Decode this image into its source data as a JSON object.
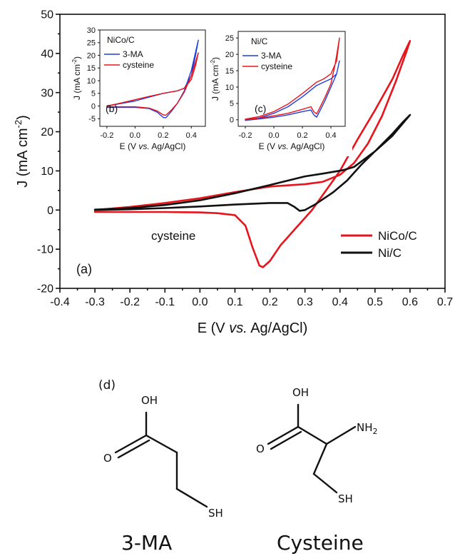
{
  "chart_data": [
    {
      "panel": "(a)",
      "type": "line",
      "xlabel": "E (V vs. Ag/AgCl)",
      "xlabel_parts": [
        "E (V ",
        "vs.",
        " Ag/AgCl)"
      ],
      "ylabel": "J (mA cm-2)",
      "ylabel_parts": [
        "J (mA cm",
        "-2",
        ")"
      ],
      "xlim": [
        -0.4,
        0.7
      ],
      "ylim": [
        -20,
        50
      ],
      "xticks": [
        -0.4,
        -0.3,
        -0.2,
        -0.1,
        0.0,
        0.1,
        0.2,
        0.3,
        0.4,
        0.5,
        0.6,
        0.7
      ],
      "yticks": [
        -20,
        -10,
        0,
        10,
        20,
        30,
        40,
        50
      ],
      "xtick_labels": [
        "-0.4",
        "-0.3",
        "-0.2",
        "-0.1",
        "0.0",
        "0.1",
        "0.2",
        "0.3",
        "0.4",
        "0.5",
        "0.6",
        "0.7"
      ],
      "ytick_labels": [
        "-20",
        "-10",
        "0",
        "10",
        "20",
        "30",
        "40",
        "50"
      ],
      "annotation": "cysteine",
      "panel_label": "(a)",
      "legend_position": "bottom-right",
      "series": [
        {
          "name": "NiCo/C",
          "color": "#e8141c",
          "points": [
            [
              -0.3,
              -0.5
            ],
            [
              -0.2,
              -0.5
            ],
            [
              -0.1,
              -0.5
            ],
            [
              0.0,
              -0.6
            ],
            [
              0.05,
              -0.8
            ],
            [
              0.1,
              -1.3
            ],
            [
              0.13,
              -4.0
            ],
            [
              0.15,
              -9.5
            ],
            [
              0.17,
              -14.2
            ],
            [
              0.18,
              -14.6
            ],
            [
              0.2,
              -13.0
            ],
            [
              0.23,
              -9.0
            ],
            [
              0.27,
              -5.0
            ],
            [
              0.32,
              0.0
            ],
            [
              0.36,
              5.0
            ],
            [
              0.4,
              10.0
            ],
            [
              0.45,
              18.0
            ],
            [
              0.5,
              25.5
            ],
            [
              0.55,
              33.5
            ],
            [
              0.58,
              39.5
            ],
            [
              0.6,
              43.2
            ],
            [
              0.59,
              40.5
            ],
            [
              0.56,
              33.0
            ],
            [
              0.52,
              24.0
            ],
            [
              0.48,
              17.0
            ],
            [
              0.44,
              12.0
            ],
            [
              0.4,
              9.0
            ],
            [
              0.35,
              7.2
            ],
            [
              0.3,
              6.6
            ],
            [
              0.2,
              6.0
            ],
            [
              0.1,
              4.6
            ],
            [
              0.0,
              3.0
            ],
            [
              -0.1,
              1.8
            ],
            [
              -0.2,
              0.8
            ],
            [
              -0.3,
              0.0
            ]
          ]
        },
        {
          "name": "Ni/C",
          "color": "#111111",
          "points": [
            [
              -0.3,
              0.0
            ],
            [
              -0.2,
              0.2
            ],
            [
              -0.1,
              0.5
            ],
            [
              0.0,
              0.9
            ],
            [
              0.1,
              1.4
            ],
            [
              0.2,
              1.8
            ],
            [
              0.25,
              1.8
            ],
            [
              0.27,
              0.8
            ],
            [
              0.285,
              -0.2
            ],
            [
              0.3,
              0.0
            ],
            [
              0.33,
              1.5
            ],
            [
              0.38,
              4.5
            ],
            [
              0.42,
              7.5
            ],
            [
              0.46,
              11.5
            ],
            [
              0.5,
              15.0
            ],
            [
              0.55,
              19.0
            ],
            [
              0.6,
              24.3
            ],
            [
              0.58,
              22.5
            ],
            [
              0.55,
              19.5
            ],
            [
              0.5,
              15.0
            ],
            [
              0.44,
              11.0
            ],
            [
              0.41,
              10.2
            ],
            [
              0.35,
              9.3
            ],
            [
              0.3,
              8.6
            ],
            [
              0.2,
              6.4
            ],
            [
              0.1,
              4.3
            ],
            [
              0.0,
              2.5
            ],
            [
              -0.1,
              1.3
            ],
            [
              -0.2,
              0.5
            ],
            [
              -0.3,
              0.1
            ]
          ]
        }
      ]
    },
    {
      "panel": "(b)",
      "type": "line",
      "title": "NiCo/C",
      "panel_label": "(b)",
      "xlabel": "E (V vs. Ag/AgCl)",
      "xlabel_parts": [
        "E (V ",
        "vs.",
        " Ag/AgCl)"
      ],
      "ylabel": "J (mA cm-2)",
      "ylabel_parts": [
        "J (mA cm",
        "-2",
        ")"
      ],
      "xlim": [
        -0.25,
        0.5
      ],
      "ylim": [
        -8,
        30
      ],
      "xticks": [
        -0.2,
        0.0,
        0.2,
        0.4
      ],
      "yticks": [
        -5,
        0,
        5,
        10,
        15,
        20,
        25,
        30
      ],
      "xtick_labels": [
        "-0.2",
        "0.0",
        "0.2",
        "0.4"
      ],
      "ytick_labels": [
        "-5",
        "0",
        "5",
        "10",
        "15",
        "20",
        "25",
        "30"
      ],
      "legend_position": "top-left",
      "series": [
        {
          "name": "3-MA",
          "color": "#1f3fd8",
          "points": [
            [
              -0.2,
              -0.5
            ],
            [
              -0.1,
              -0.5
            ],
            [
              0.0,
              -0.5
            ],
            [
              0.1,
              -1.0
            ],
            [
              0.16,
              -2.5
            ],
            [
              0.2,
              -4.5
            ],
            [
              0.22,
              -4.6
            ],
            [
              0.26,
              -2.0
            ],
            [
              0.3,
              1.0
            ],
            [
              0.35,
              6.0
            ],
            [
              0.4,
              14.0
            ],
            [
              0.45,
              26.0
            ],
            [
              0.43,
              20.0
            ],
            [
              0.4,
              12.0
            ],
            [
              0.35,
              7.0
            ],
            [
              0.3,
              6.0
            ],
            [
              0.2,
              5.0
            ],
            [
              0.1,
              3.5
            ],
            [
              0.0,
              2.0
            ],
            [
              -0.1,
              1.0
            ],
            [
              -0.2,
              0.0
            ]
          ]
        },
        {
          "name": "cysteine",
          "color": "#e8141c",
          "points": [
            [
              -0.2,
              -0.3
            ],
            [
              -0.1,
              -0.3
            ],
            [
              0.0,
              -0.3
            ],
            [
              0.1,
              -0.8
            ],
            [
              0.16,
              -2.0
            ],
            [
              0.2,
              -3.5
            ],
            [
              0.22,
              -3.6
            ],
            [
              0.26,
              -1.5
            ],
            [
              0.3,
              1.0
            ],
            [
              0.35,
              5.5
            ],
            [
              0.4,
              12.0
            ],
            [
              0.45,
              21.0
            ],
            [
              0.43,
              16.0
            ],
            [
              0.4,
              10.5
            ],
            [
              0.35,
              7.0
            ],
            [
              0.3,
              6.0
            ],
            [
              0.2,
              5.0
            ],
            [
              0.1,
              3.8
            ],
            [
              0.0,
              2.5
            ],
            [
              -0.1,
              1.2
            ],
            [
              -0.2,
              0.0
            ]
          ]
        }
      ]
    },
    {
      "panel": "(c)",
      "type": "line",
      "title": "Ni/C",
      "panel_label": "(c)",
      "xlabel": "E (V vs. Ag/AgCl)",
      "xlabel_parts": [
        "E (V ",
        "vs.",
        " Ag/AgCl)"
      ],
      "ylabel": "J (mA cm-2)",
      "ylabel_parts": [
        "J (mA cm",
        "-2",
        ")"
      ],
      "xlim": [
        -0.25,
        0.5
      ],
      "ylim": [
        -2,
        27
      ],
      "xticks": [
        -0.2,
        0.0,
        0.2,
        0.4
      ],
      "yticks": [
        0,
        5,
        10,
        15,
        20,
        25
      ],
      "xtick_labels": [
        "-0.2",
        "0.0",
        "0.2",
        "0.4"
      ],
      "ytick_labels": [
        "0",
        "5",
        "10",
        "15",
        "20",
        "25"
      ],
      "legend_position": "top-left",
      "series": [
        {
          "name": "3-MA",
          "color": "#1f3fd8",
          "points": [
            [
              -0.2,
              -0.2
            ],
            [
              -0.1,
              0.3
            ],
            [
              0.0,
              0.8
            ],
            [
              0.1,
              1.5
            ],
            [
              0.2,
              2.5
            ],
            [
              0.26,
              3.0
            ],
            [
              0.28,
              1.5
            ],
            [
              0.3,
              0.8
            ],
            [
              0.32,
              2.5
            ],
            [
              0.36,
              6.0
            ],
            [
              0.4,
              10.0
            ],
            [
              0.44,
              14.0
            ],
            [
              0.46,
              18.0
            ],
            [
              0.44,
              14.0
            ],
            [
              0.4,
              12.5
            ],
            [
              0.35,
              11.5
            ],
            [
              0.3,
              10.5
            ],
            [
              0.2,
              7.0
            ],
            [
              0.1,
              4.0
            ],
            [
              0.0,
              2.0
            ],
            [
              -0.1,
              0.6
            ],
            [
              -0.2,
              0.0
            ]
          ]
        },
        {
          "name": "cysteine",
          "color": "#e8141c",
          "points": [
            [
              -0.2,
              0.0
            ],
            [
              -0.1,
              0.5
            ],
            [
              0.0,
              1.2
            ],
            [
              0.1,
              2.0
            ],
            [
              0.2,
              3.2
            ],
            [
              0.26,
              4.0
            ],
            [
              0.28,
              2.5
            ],
            [
              0.3,
              1.8
            ],
            [
              0.32,
              3.5
            ],
            [
              0.36,
              7.0
            ],
            [
              0.4,
              11.0
            ],
            [
              0.43,
              17.0
            ],
            [
              0.46,
              25.0
            ],
            [
              0.44,
              18.0
            ],
            [
              0.4,
              14.0
            ],
            [
              0.35,
              12.5
            ],
            [
              0.3,
              11.5
            ],
            [
              0.2,
              8.0
            ],
            [
              0.1,
              4.8
            ],
            [
              0.0,
              2.5
            ],
            [
              -0.1,
              1.0
            ],
            [
              -0.2,
              0.2
            ]
          ]
        }
      ]
    }
  ],
  "molecules": {
    "panel_label": "(d)",
    "mol1": {
      "name": "3-MA",
      "oh": "OH",
      "o": "O",
      "sh": "SH"
    },
    "mol2": {
      "name": "Cysteine",
      "oh": "OH",
      "o": "O",
      "nh": "NH",
      "nh_sub": "2",
      "sh": "SH"
    }
  }
}
